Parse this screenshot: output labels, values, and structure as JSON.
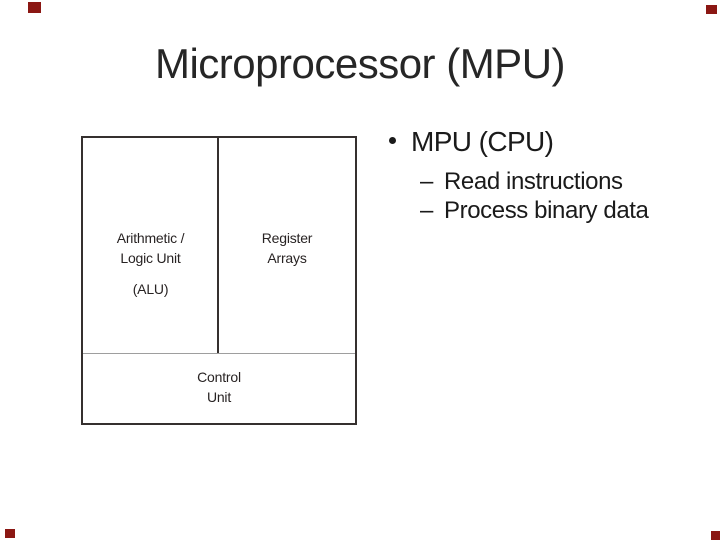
{
  "slide": {
    "title": "Microprocessor (MPU)",
    "bullets": {
      "level1": {
        "label": "MPU (CPU)"
      },
      "level2": [
        {
          "marker": "–",
          "label": "Read instructions"
        },
        {
          "marker": "–",
          "label": "Process binary data"
        }
      ]
    },
    "diagram": {
      "alu_line1": "Arithmetic /",
      "alu_line2": "Logic Unit",
      "alu_abbr": "(ALU)",
      "register_line1": "Register",
      "register_line2": "Arrays",
      "control_line1": "Control",
      "control_line2": "Unit"
    },
    "colors": {
      "background": "#ffffff",
      "title_text": "#262626",
      "body_text": "#1a1a1a",
      "diagram_border": "#35302f",
      "diagram_divider_gray": "#9e9e9e",
      "corner_mark": "#8b1713"
    }
  }
}
